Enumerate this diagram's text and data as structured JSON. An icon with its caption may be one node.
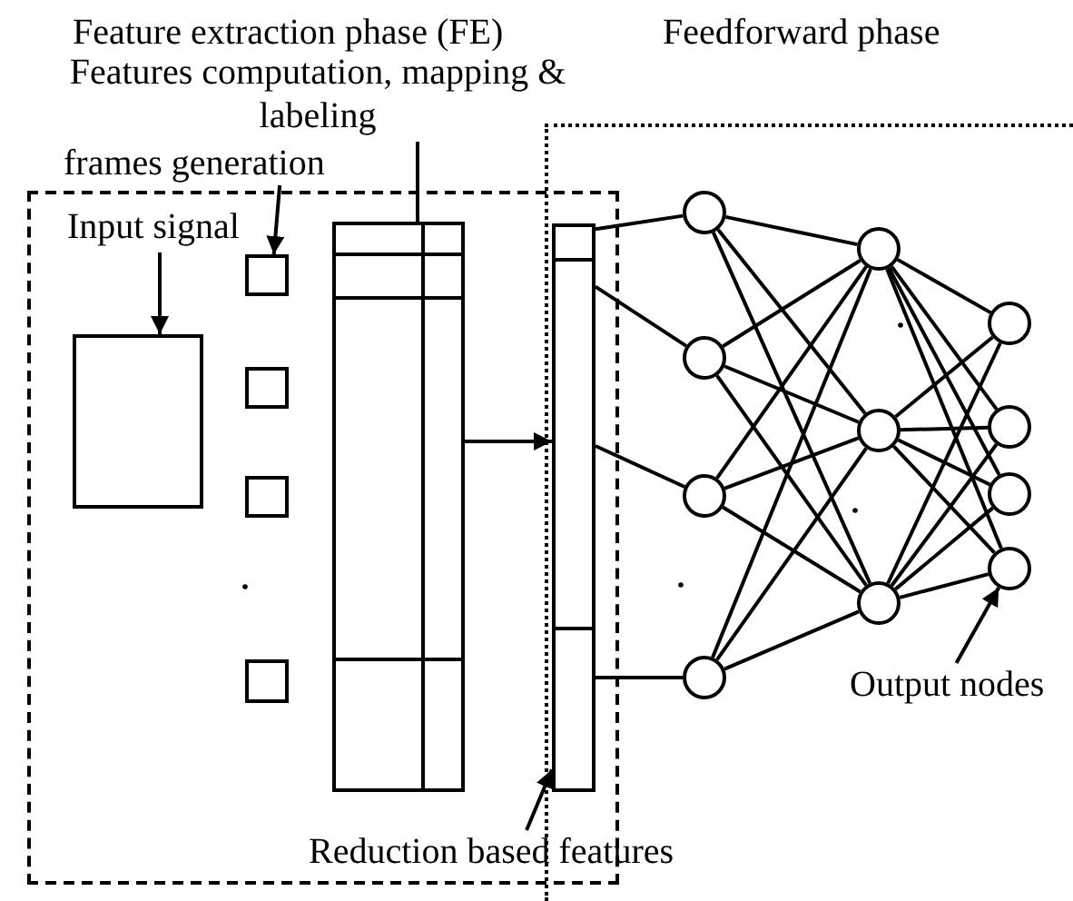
{
  "diagram": {
    "nodes": [
      {
        "text": [],
        "shape": "box"
      },
      {
        "text": [],
        "shape": "box"
      },
      {
        "text": [
          "Features computation, mapping & labeling"
        ]
      },
      {
        "text": [
          "frames generation"
        ]
      },
      {
        "text": [
          "Input signal"
        ],
        "in": 0
      },
      {
        "text": [],
        "shape": "box",
        "in": 0
      },
      {
        "text": [],
        "shape": "box",
        "in": 0
      },
      {
        "text": [],
        "shape": "box",
        "in": 0
      },
      {
        "text": [],
        "shape": "box",
        "in": 0
      },
      {
        "text": [],
        "shape": "box",
        "in": 0
      },
      {
        "text": [],
        "shape": "box",
        "in": 0
      },
      {
        "text": [],
        "shape": "bar"
      },
      {
        "text": [],
        "shape": "circle",
        "in": 1
      },
      {
        "text": [],
        "shape": "circle",
        "in": 1
      },
      {
        "text": [],
        "shape": "circle",
        "in": 1
      },
      {
        "text": [],
        "shape": "circle",
        "in": 1
      },
      {
        "text": [],
        "shape": "circle",
        "in": 1
      },
      {
        "text": [],
        "shape": "circle",
        "in": 1
      },
      {
        "text": [],
        "shape": "circle",
        "in": 1
      },
      {
        "text": [],
        "shape": "circle",
        "in": 1
      },
      {
        "text": [],
        "shape": "circle",
        "in": 1
      },
      {
        "text": [],
        "shape": "circle",
        "in": 1
      },
      {
        "text": [],
        "shape": "circle",
        "in": 1
      },
      {
        "text": [
          "Reduction based features"
        ]
      },
      {
        "text": [
          "Output nodes"
        ],
        "in": 1
      }
    ],
    "edges": [
      {
        "from": 2,
        "to": 10,
        "arrow": "none"
      },
      {
        "from": 3,
        "to": 6,
        "arrow": "to"
      },
      {
        "from": 4,
        "to": 5,
        "arrow": "to"
      },
      {
        "from": 10,
        "to": 11,
        "arrow": "to"
      },
      {
        "from": 11,
        "to": 12,
        "arrow": "none"
      },
      {
        "from": 11,
        "to": 13,
        "arrow": "none"
      },
      {
        "from": 11,
        "to": 14,
        "arrow": "none"
      },
      {
        "from": 11,
        "to": 15,
        "arrow": "none"
      },
      {
        "from": 12,
        "to": 16,
        "arrow": "none"
      },
      {
        "from": 12,
        "to": 17,
        "arrow": "none"
      },
      {
        "from": 12,
        "to": 18,
        "arrow": "none"
      },
      {
        "from": 13,
        "to": 16,
        "arrow": "none"
      },
      {
        "from": 13,
        "to": 17,
        "arrow": "none"
      },
      {
        "from": 13,
        "to": 18,
        "arrow": "none"
      },
      {
        "from": 14,
        "to": 16,
        "arrow": "none"
      },
      {
        "from": 14,
        "to": 17,
        "arrow": "none"
      },
      {
        "from": 14,
        "to": 18,
        "arrow": "none"
      },
      {
        "from": 15,
        "to": 16,
        "arrow": "none"
      },
      {
        "from": 15,
        "to": 17,
        "arrow": "none"
      },
      {
        "from": 15,
        "to": 18,
        "arrow": "none"
      },
      {
        "from": 16,
        "to": 19,
        "arrow": "none"
      },
      {
        "from": 16,
        "to": 20,
        "arrow": "none"
      },
      {
        "from": 16,
        "to": 21,
        "arrow": "none"
      },
      {
        "from": 16,
        "to": 22,
        "arrow": "none"
      },
      {
        "from": 17,
        "to": 19,
        "arrow": "none"
      },
      {
        "from": 17,
        "to": 20,
        "arrow": "none"
      },
      {
        "from": 17,
        "to": 21,
        "arrow": "none"
      },
      {
        "from": 17,
        "to": 22,
        "arrow": "none"
      },
      {
        "from": 18,
        "to": 19,
        "arrow": "none"
      },
      {
        "from": 18,
        "to": 20,
        "arrow": "none"
      },
      {
        "from": 18,
        "to": 21,
        "arrow": "none"
      },
      {
        "from": 18,
        "to": 22,
        "arrow": "none"
      },
      {
        "from": 23,
        "to": 11,
        "arrow": "to"
      },
      {
        "from": 24,
        "to": 22,
        "arrow": "to"
      }
    ],
    "labels": [
      "Feature extraction phase (FE)",
      "Feedforward phase"
    ]
  }
}
